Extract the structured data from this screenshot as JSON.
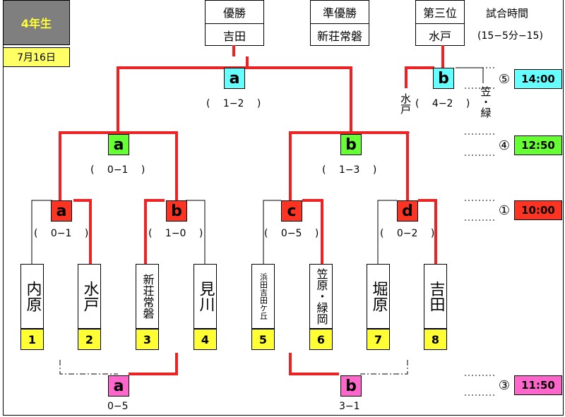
{
  "header": {
    "grade": "4年生",
    "date": "7月16日"
  },
  "results": {
    "winner": {
      "label": "優勝",
      "team": "吉田"
    },
    "runner_up": {
      "label": "準優勝",
      "team": "新荘常磐"
    },
    "third": {
      "label": "第三位",
      "team": "水戸"
    }
  },
  "schedule": {
    "title": "試合時間",
    "format": "(15−5分−15)"
  },
  "times": [
    {
      "circle": "⑤",
      "time": "14:00",
      "color": "#66ffff"
    },
    {
      "circle": "④",
      "time": "12:50",
      "color": "#66ff33"
    },
    {
      "circle": "①",
      "time": "10:00",
      "color": "#ff3322"
    },
    {
      "circle": "③",
      "time": "11:50",
      "color": "#ff66cc"
    }
  ],
  "matches": {
    "final": {
      "label": "a",
      "score": "(　 1−2 　)",
      "color": "#66ffff"
    },
    "third_place": {
      "label": "b",
      "score": "(　 4−2 　)",
      "color": "#66ffff",
      "left_team": "水戸",
      "right_team": "笠・緑"
    },
    "semi_a": {
      "label": "a",
      "score": "(　 0−1 　)",
      "color": "#66ff33"
    },
    "semi_b": {
      "label": "b",
      "score": "(　 1−3 　)",
      "color": "#66ff33"
    },
    "r1_a": {
      "label": "a",
      "score": "(　 0−1 　)",
      "color": "#ff3322"
    },
    "r1_b": {
      "label": "b",
      "score": "(　 1−0 　)",
      "color": "#ff3322"
    },
    "r1_c": {
      "label": "c",
      "score": "(　 0−5 　)",
      "color": "#ff3322"
    },
    "r1_d": {
      "label": "d",
      "score": "(　 0−2 　)",
      "color": "#ff3322"
    },
    "cons_a": {
      "label": "a",
      "score": "0−5",
      "color": "#ff66cc"
    },
    "cons_b": {
      "label": "b",
      "score": "3−1",
      "color": "#ff66cc"
    }
  },
  "teams": [
    {
      "num": "1",
      "name": "内原"
    },
    {
      "num": "2",
      "name": "水戸"
    },
    {
      "num": "3",
      "name": "新荘常磐"
    },
    {
      "num": "4",
      "name": "見川"
    },
    {
      "num": "5",
      "name": "浜田吉田ケ丘"
    },
    {
      "num": "6",
      "name": "笠原・緑岡"
    },
    {
      "num": "7",
      "name": "堀原"
    },
    {
      "num": "8",
      "name": "吉田"
    }
  ]
}
